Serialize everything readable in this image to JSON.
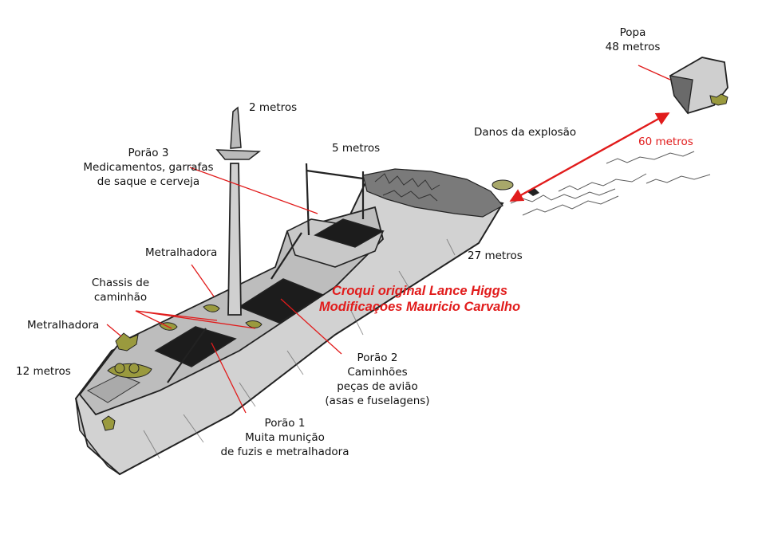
{
  "labels": {
    "stern": {
      "title": "Popa",
      "depth": "48 metros"
    },
    "mast_depth": "2 metros",
    "bridge_depth": "5 metros",
    "explosion": "Danos da explosão",
    "distance": "60 metros",
    "deck_depth": "27 metros",
    "bow_depth": "12 metros",
    "hold3": {
      "title": "Porão 3",
      "line1": "Medicamentos, garrafas",
      "line2": "de saque e cerveja"
    },
    "machine_gun_mid": "Metralhadora",
    "chassis": {
      "line1": "Chassis de",
      "line2": "caminhão"
    },
    "machine_gun_bow": "Metralhadora",
    "hold2": {
      "title": "Porão 2",
      "line1": "Caminhões",
      "line2": "peças de avião",
      "line3": "(asas e fuselagens)"
    },
    "hold1": {
      "title": "Porão 1",
      "line1": "Muita munição",
      "line2": "de fuzis e metralhadora"
    }
  },
  "credit": {
    "line1": "Croqui original Lance Higgs",
    "line2": "Modificaçoes Mauricio Carvalho"
  },
  "colors": {
    "accent": "#e11b1b",
    "hull": "#d4d4d4",
    "deck": "#bdbdbd",
    "hold": "#1c1c1c",
    "gun": "#9a9a3e"
  }
}
